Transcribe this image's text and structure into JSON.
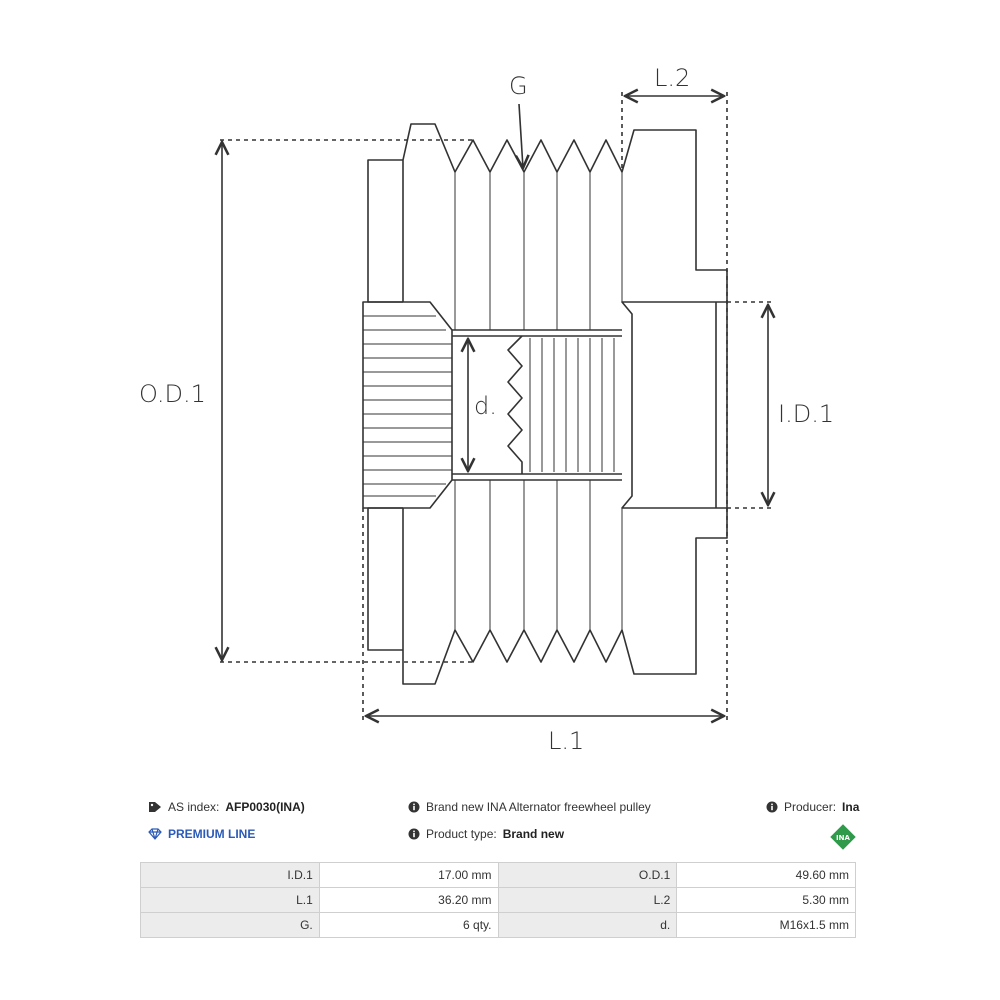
{
  "diagram": {
    "labels": {
      "g": "G",
      "l2": "L.2",
      "od1": "O.D.1",
      "d": "d.",
      "id1": "I.D.1",
      "l1": "L.1"
    }
  },
  "info": {
    "as_index_label": "AS index:",
    "as_index_value": "AFP0030(INA)",
    "description": "Brand new INA Alternator freewheel pulley",
    "producer_label": "Producer:",
    "producer_value": "Ina",
    "premium_line": "PREMIUM LINE",
    "product_type_label": "Product type:",
    "product_type_value": "Brand new",
    "brand_logo_text": "INA"
  },
  "specs": {
    "rows": [
      {
        "label1": "I.D.1",
        "value1": "17.00 mm",
        "label2": "O.D.1",
        "value2": "49.60 mm"
      },
      {
        "label1": "L.1",
        "value1": "36.20 mm",
        "label2": "L.2",
        "value2": "5.30 mm"
      },
      {
        "label1": "G.",
        "value1": "6 qty.",
        "label2": "d.",
        "value2": "M16x1.5 mm"
      }
    ]
  },
  "colors": {
    "line": "#333333",
    "premium": "#2b5bb8",
    "ina_green": "#2e9a4a",
    "table_label_bg": "#ececec"
  }
}
